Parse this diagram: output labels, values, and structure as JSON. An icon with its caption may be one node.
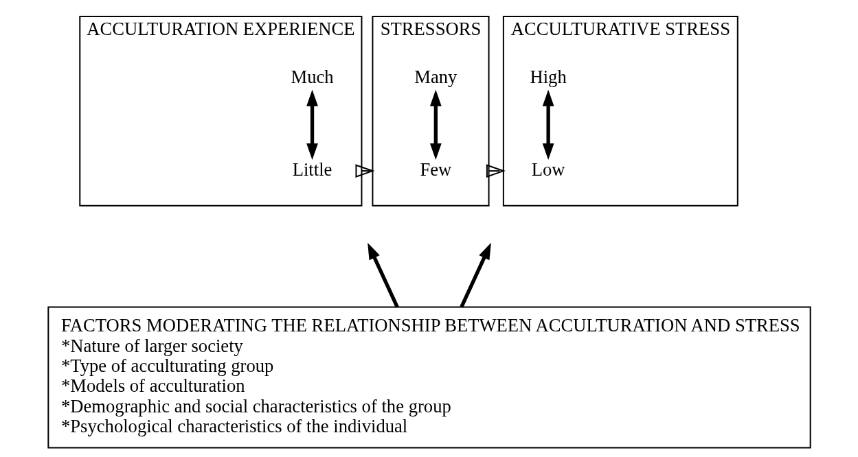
{
  "diagram": {
    "nodes": [
      {
        "text": [
          "ACCULTURATION EXPERIENCE"
        ]
      },
      {
        "text": [
          "Much"
        ],
        "in": 0
      },
      {
        "text": [
          "Little"
        ],
        "in": 0
      },
      {
        "text": [
          "STRESSORS"
        ]
      },
      {
        "text": [
          "Many"
        ],
        "in": 3
      },
      {
        "text": [
          "Few"
        ],
        "in": 3
      },
      {
        "text": [
          "ACCULTURATIVE STRESS"
        ]
      },
      {
        "text": [
          "High"
        ],
        "in": 6
      },
      {
        "text": [
          "Low"
        ],
        "in": 6
      },
      {
        "text": [
          "FACTORS MODERATING THE RELATIONSHIP BETWEEN ACCULTURATION AND STRESS",
          "*Nature of larger society",
          "*Type of acculturating group",
          "*Models of acculturation",
          "*Demographic and social characteristics of the group",
          "*Psychological characteristics of the individual"
        ]
      }
    ],
    "edges": [
      {
        "from": 1,
        "to": 2,
        "arrow": "both"
      },
      {
        "from": 4,
        "to": 5,
        "arrow": "both"
      },
      {
        "from": 7,
        "to": 8,
        "arrow": "both"
      },
      {
        "from": 0,
        "to": 3,
        "arrow": "to"
      },
      {
        "from": 3,
        "to": 6,
        "arrow": "to"
      },
      {
        "from": 9,
        "to": null,
        "arrow": "to"
      },
      {
        "from": 9,
        "to": null,
        "arrow": "to"
      }
    ]
  }
}
